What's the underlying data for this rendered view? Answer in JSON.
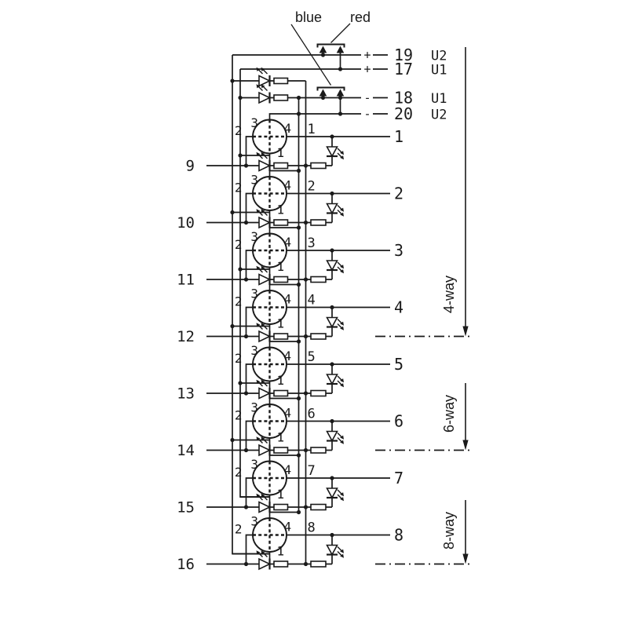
{
  "diagram": {
    "wire_color_labels": [
      {
        "label": "blue"
      },
      {
        "label": "red"
      }
    ],
    "supply_terminals": [
      {
        "polarity": "+",
        "terminal": "19",
        "bus": "U2"
      },
      {
        "polarity": "+",
        "terminal": "17",
        "bus": "U1"
      },
      {
        "polarity": "-",
        "terminal": "18",
        "bus": "U1"
      },
      {
        "polarity": "-",
        "terminal": "20",
        "bus": "U2"
      }
    ],
    "channels": [
      {
        "port": "1",
        "terminal": "9",
        "pin_left": "2",
        "pin_top": "3",
        "pin_right": "4",
        "pin_bottom": "1"
      },
      {
        "port": "2",
        "terminal": "10",
        "pin_left": "2",
        "pin_top": "3",
        "pin_right": "4",
        "pin_bottom": "1"
      },
      {
        "port": "3",
        "terminal": "11",
        "pin_left": "2",
        "pin_top": "3",
        "pin_right": "4",
        "pin_bottom": "1"
      },
      {
        "port": "4",
        "terminal": "12",
        "pin_left": "2",
        "pin_top": "3",
        "pin_right": "4",
        "pin_bottom": "1"
      },
      {
        "port": "5",
        "terminal": "13",
        "pin_left": "2",
        "pin_top": "3",
        "pin_right": "4",
        "pin_bottom": "1"
      },
      {
        "port": "6",
        "terminal": "14",
        "pin_left": "2",
        "pin_top": "3",
        "pin_right": "4",
        "pin_bottom": "1"
      },
      {
        "port": "7",
        "terminal": "15",
        "pin_left": "2",
        "pin_top": "3",
        "pin_right": "4",
        "pin_bottom": "1"
      },
      {
        "port": "8",
        "terminal": "16",
        "pin_left": "2",
        "pin_top": "3",
        "pin_right": "4",
        "pin_bottom": "1"
      }
    ],
    "variant_markers": [
      {
        "label": "4-way"
      },
      {
        "label": "6-way"
      },
      {
        "label": "8-way"
      }
    ],
    "colors": {
      "line": "#1a1a1a",
      "background": "#ffffff"
    }
  }
}
